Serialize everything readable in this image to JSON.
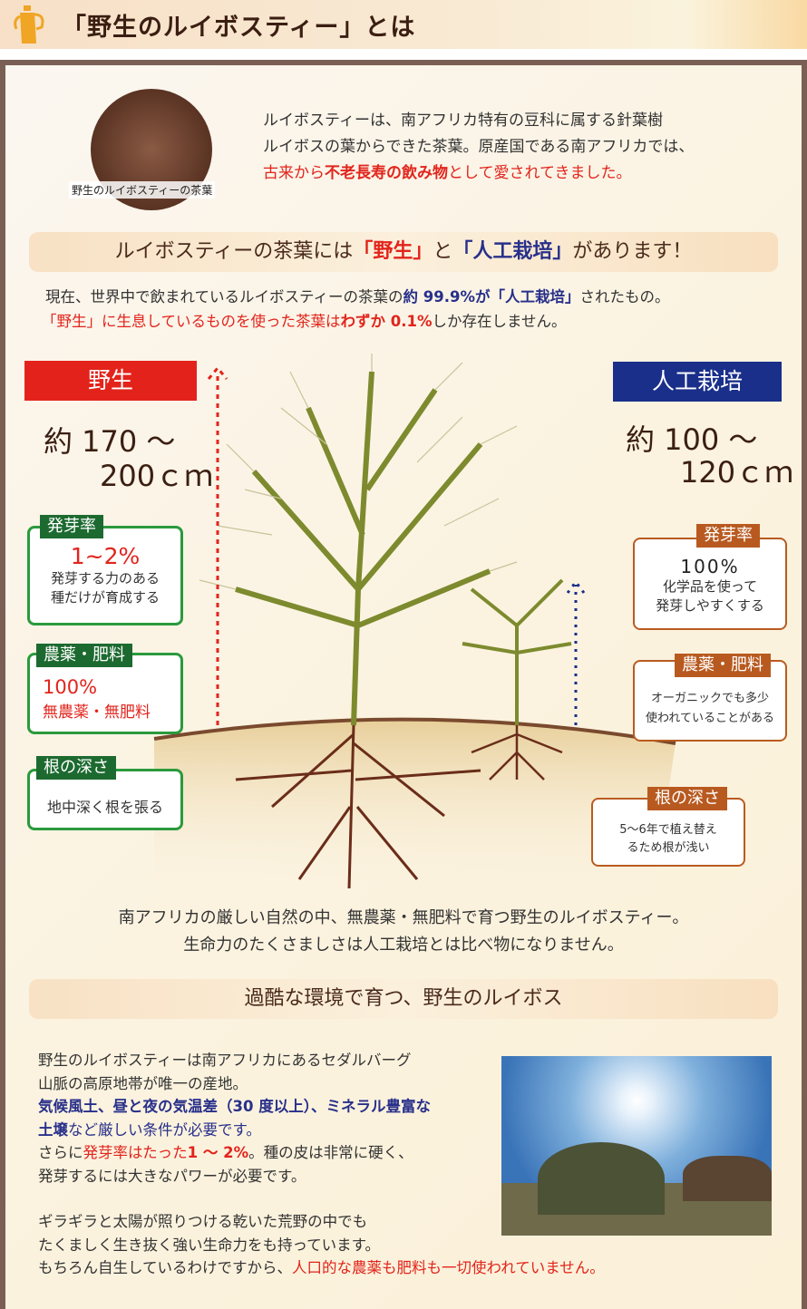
{
  "header": {
    "title": "「野生のルイボスティー」とは",
    "icon": "teapot-icon"
  },
  "intro": {
    "image_caption": "野生のルイボスティーの茶葉",
    "line1": "ルイボスティーは、南アフリカ特有の豆科に属する針葉樹",
    "line2": "ルイボスの葉からできた茶葉。原産国である南アフリカでは、",
    "line3a": "古来から",
    "line3b": "不老長寿の飲み物",
    "line3c": "として愛されてきました。"
  },
  "section1": {
    "a": "ルイボスティーの茶葉には",
    "b": "「野生」",
    "c": "と",
    "d": "「人工栽培」",
    "e": "があります！"
  },
  "stats": {
    "l1a": "現在、世界中で飲まれているルイボスティーの茶葉の",
    "l1b": "約 99.9%が「人工栽培」",
    "l1c": "されたもの。",
    "l2a": "「野生」に生息しているものを使った茶葉は",
    "l2b": "わずか 0.1%",
    "l2c": "しか存在しません。"
  },
  "wild": {
    "label": "野生",
    "height1": "約 170 ～",
    "height2": "200ｃｍ",
    "color": "#e2241c",
    "boxes": [
      {
        "tag": "発芽率",
        "value": "1~2%",
        "text1": "発芽する力のある",
        "text2": "種だけが育成する"
      },
      {
        "tag": "農薬・肥料",
        "value": "100%",
        "text1": "無農薬・無肥料"
      },
      {
        "tag": "根の深さ",
        "text1": "地中深く根を張る"
      }
    ]
  },
  "cultivated": {
    "label": "人工栽培",
    "height1": "約 100 ～",
    "height2": "120ｃｍ",
    "color": "#1a2f8a",
    "boxes": [
      {
        "tag": "発芽率",
        "value": "100%",
        "text1": "化学品を使って",
        "text2": "発芽しやすくする"
      },
      {
        "tag": "農薬・肥料",
        "text1": "オーガニックでも多少",
        "text2": "使われていることがある"
      },
      {
        "tag": "根の深さ",
        "text1": "5～6年で植え替え",
        "text2": "るため根が浅い"
      }
    ]
  },
  "summary": {
    "line1": "南アフリカの厳しい自然の中、無農薬・無肥料で育つ野生のルイボスティー。",
    "line2": "生命力のたくさましさは人工栽培とは比べ物になりません。"
  },
  "section2": {
    "title": "過酷な環境で育つ、野生のルイボス"
  },
  "body": {
    "p1": "野生のルイボスティーは南アフリカにあるセダルバーグ",
    "p2": "山脈の高原地帯が唯一の産地。",
    "p3": "気候風土、昼と夜の気温差（30 度以上）、ミネラル豊富な",
    "p4a": "土壌",
    "p4b": "など厳しい条件が必要です。",
    "p5a": "さらに",
    "p5b": "発芽率はたった",
    "p5c": "1 ～ 2%",
    "p5d": "。種の皮は非常に硬く、",
    "p6": "発芽するには大きなパワーが必要です。",
    "p7": "ギラギラと太陽が照りつける乾いた荒野の中でも",
    "p8": "たくましく生き抜く強い生命力をも持っています。",
    "p9a": "もちろん自生しているわけですから、",
    "p9b": "人口的な農薬も肥料も一切使われていません。"
  }
}
